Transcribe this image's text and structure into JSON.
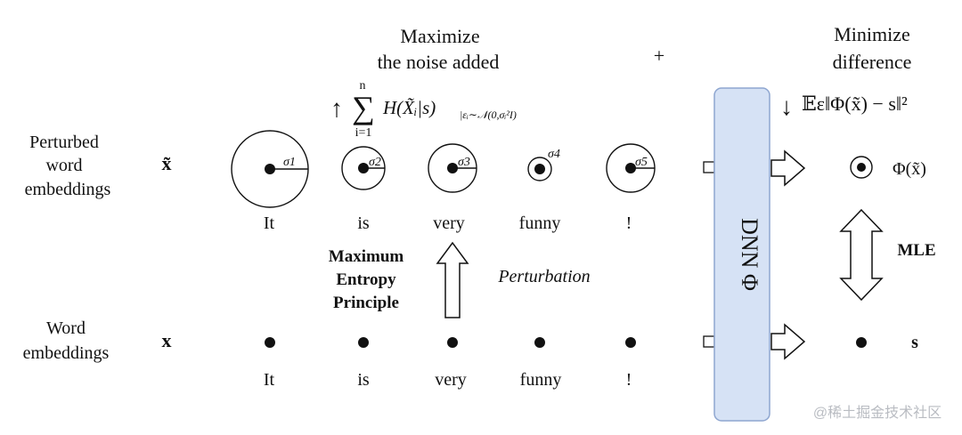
{
  "title_left": {
    "line1": "Maximize",
    "line2": "the noise added"
  },
  "title_right": {
    "line1": "Minimize",
    "line2": "difference"
  },
  "plus_sign": "+",
  "formula_left": {
    "arrow": "↑",
    "sum": "∑",
    "upper": "n",
    "lower": "i=1",
    "body": "H(X̃ᵢ|s)",
    "subscript": "|εᵢ∼𝒩(0,σᵢ²I)"
  },
  "formula_right": {
    "arrow": "↓",
    "body": "𝔼ε‖Φ(x̃) − s‖²"
  },
  "rows": {
    "perturbed": {
      "label_lines": [
        "Perturbed",
        "word",
        "embeddings"
      ],
      "symbol": "x̃"
    },
    "word": {
      "label_lines": [
        "Word",
        "embeddings"
      ],
      "symbol": "x"
    }
  },
  "tokens": [
    "It",
    "is",
    "very",
    "funny",
    "!"
  ],
  "sigmas": [
    "σ1",
    "σ2",
    "σ3",
    "σ4",
    "σ5"
  ],
  "principle": [
    "Maximum",
    "Entropy",
    "Principle"
  ],
  "perturbation_label": "Perturbation",
  "dnn_label": "DNN  Φ",
  "output_perturbed": "Φ(x̃)",
  "output_word": "s",
  "mle_label": "MLE",
  "watermark": "@稀土掘金技术社区",
  "colors": {
    "dnn_fill": "#d6e2f5",
    "dnn_stroke": "#8ea6d0",
    "ink": "#111111"
  }
}
